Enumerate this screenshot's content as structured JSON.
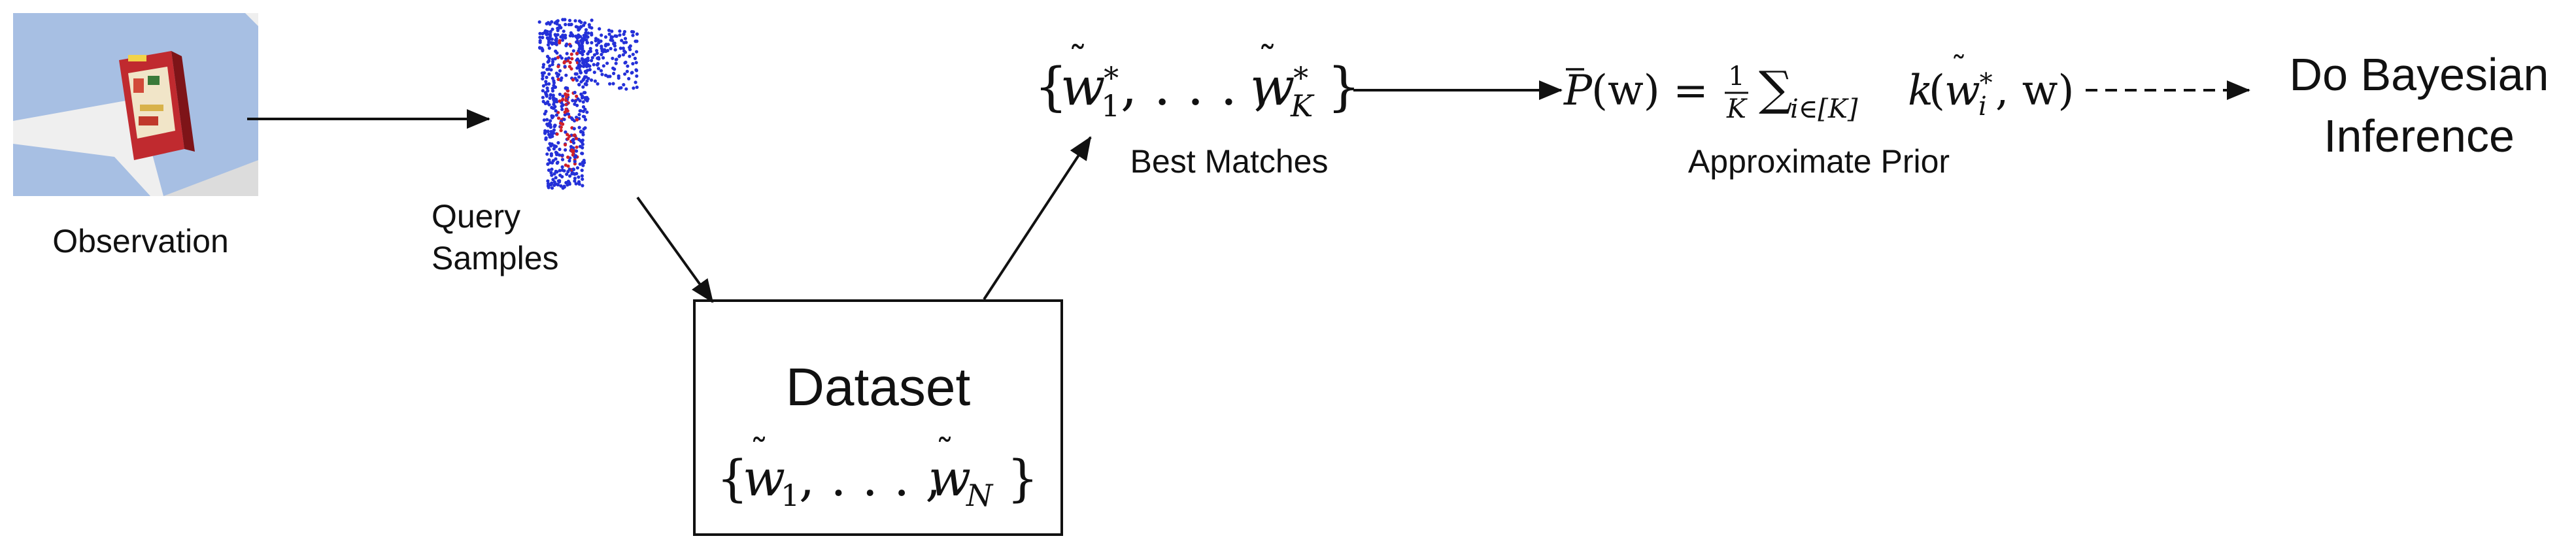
{
  "nodes": {
    "observation": {
      "label": "Observation"
    },
    "query_samples": {
      "label_line1": "Query",
      "label_line2": "Samples"
    },
    "dataset": {
      "title": "Dataset",
      "math": {
        "open": "{",
        "w": "w",
        "sub1": "1",
        "ellipsis": ", . . . , ",
        "subN": "N",
        "close": "}"
      }
    },
    "best_matches": {
      "label": "Best Matches",
      "math": {
        "open": "{",
        "w": "w",
        "star": "∗",
        "sub1": "1",
        "ellipsis": ", . . . , ",
        "subK": "K",
        "close": "}"
      }
    },
    "approximate_prior": {
      "label": "Approximate Prior",
      "math": {
        "P": "P",
        "paren_w": "(w) =",
        "frac_num": "1",
        "frac_den": "K",
        "sum": "∑",
        "sum_index": "i∈[K]",
        "k": "k",
        "w": "w",
        "star": "∗",
        "sub_i": "i",
        "tail": ", w)"
      }
    },
    "inference": {
      "line1": "Do Bayesian",
      "line2": "Inference"
    }
  },
  "colors": {
    "ink": "#111111",
    "floor": "#efefef",
    "floor_blue": "#a7bfe3",
    "box_red": "#b8252c",
    "box_light": "#f2e6cc",
    "points_blue": "#2430d8",
    "points_red": "#d0202a"
  }
}
